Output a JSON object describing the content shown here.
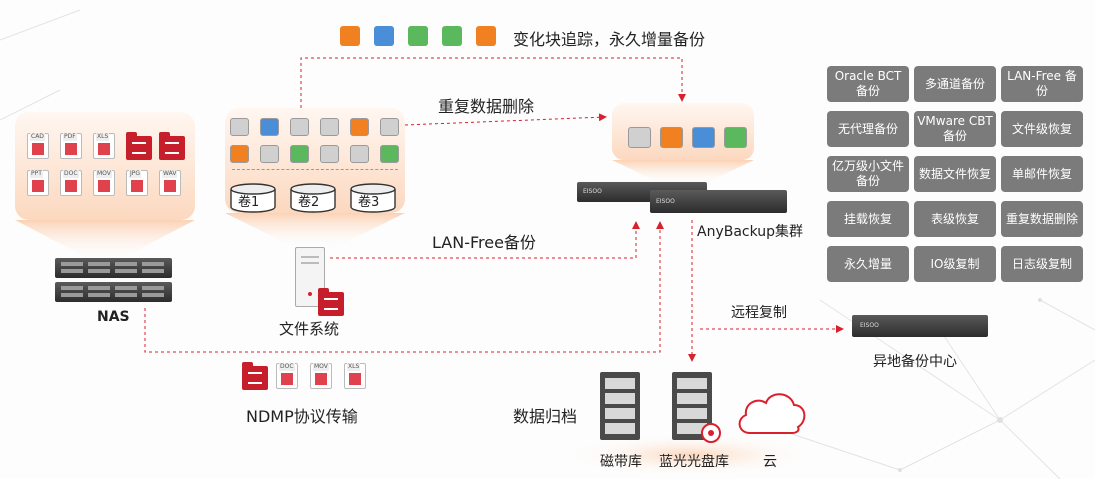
{
  "top_legend": {
    "label": "变化块追踪，永久增量备份",
    "colors": [
      "#f08020",
      "#4a8ed8",
      "#5cb85c",
      "#5cb85c",
      "#f08020"
    ]
  },
  "labels": {
    "dedup": "重复数据删除",
    "lanfree": "LAN-Free备份",
    "cluster": "AnyBackup集群",
    "remote_copy": "远程复制",
    "offsite_center": "异地备份中心",
    "nas": "NAS",
    "filesystem": "文件系统",
    "ndmp": "NDMP协议传输",
    "archive": "数据归档",
    "tape": "磁带库",
    "bluray": "蓝光光盘库",
    "cloud": "云"
  },
  "volumes": [
    "卷1",
    "卷2",
    "卷3"
  ],
  "nas_files": [
    "CAD",
    "PDF",
    "XLS",
    "",
    "",
    "PPT",
    "DOC",
    "MOV",
    "JPG",
    "WAV"
  ],
  "ndmp_files": [
    "",
    "DOC",
    "MOV",
    "XLS"
  ],
  "features": [
    "Oracle BCT 备份",
    "多通道备份",
    "LAN-Free 备份",
    "无代理备份",
    "VMware CBT备份",
    "文件级恢复",
    "亿万级小文件备份",
    "数据文件恢复",
    "单邮件恢复",
    "挂载恢复",
    "表级恢复",
    "重复数据删除",
    "永久增量",
    "IO级复制",
    "日志级复制"
  ],
  "block_grid": [
    [
      "#d0d0d0",
      "#4a8ed8",
      "#d0d0d0",
      "#d0d0d0",
      "#f08020",
      "#d0d0d0"
    ],
    [
      "#f08020",
      "#d0d0d0",
      "#5cb85c",
      "#d0d0d0",
      "#d0d0d0",
      "#5cb85c"
    ]
  ],
  "dedup_blocks": [
    "#d0d0d0",
    "#f08020",
    "#4a8ed8",
    "#5cb85c"
  ],
  "colors": {
    "accent_red": "#d9212e",
    "feature_gray": "#7b7b7b",
    "glow": "#f9c9a6"
  },
  "icons": {
    "server": "rack-server-icon",
    "folder": "red-folder-icon",
    "cloud": "cloud-icon",
    "disc": "optical-disc-icon"
  }
}
